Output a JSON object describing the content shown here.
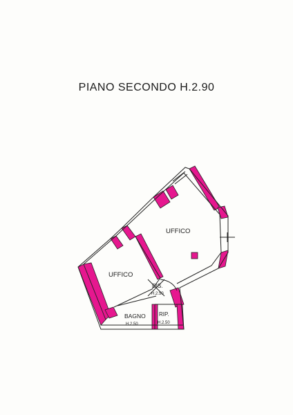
{
  "title": "PIANO SECONDO H.2.90",
  "rooms": {
    "ufficio_main": "UFFICO",
    "ufficio_left": "UFFICO",
    "dis": "DIS.",
    "dis_height": "H.2.50",
    "bagno": "BAGNO",
    "bagno_height": "H.2.50",
    "rip": "RIP.",
    "rip_height": "H.2.50"
  },
  "colors": {
    "wall_fill": "#e6178f",
    "line": "#222222"
  }
}
